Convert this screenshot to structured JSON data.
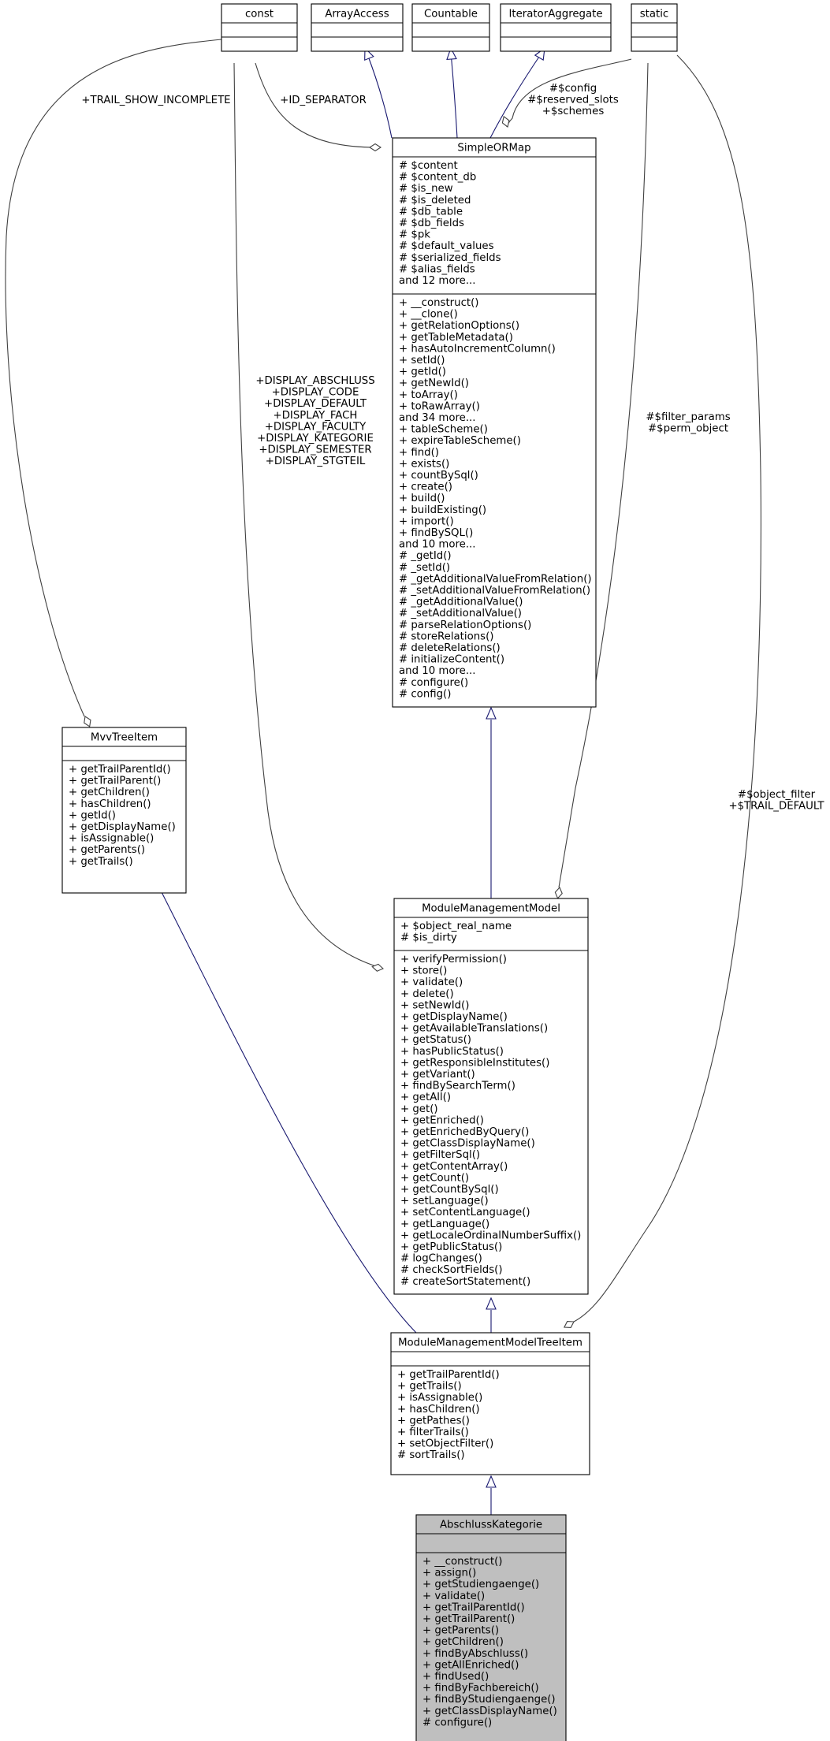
{
  "colors": {
    "inheritance_edge": "#191970",
    "association_edge": "#404040",
    "box_border": "#000000",
    "box_fill": "#ffffff",
    "highlight_fill": "#bfbfbf"
  },
  "classes": [
    {
      "key": "const",
      "name": "const",
      "attributes": [],
      "methods": [],
      "highlighted": false
    },
    {
      "key": "ArrayAccess",
      "name": "ArrayAccess",
      "attributes": [],
      "methods": [],
      "highlighted": false
    },
    {
      "key": "Countable",
      "name": "Countable",
      "attributes": [],
      "methods": [],
      "highlighted": false
    },
    {
      "key": "IteratorAggregate",
      "name": "IteratorAggregate",
      "attributes": [],
      "methods": [],
      "highlighted": false
    },
    {
      "key": "static",
      "name": "static",
      "attributes": [],
      "methods": [],
      "highlighted": false
    },
    {
      "key": "SimpleORMap",
      "name": "SimpleORMap",
      "highlighted": false,
      "attributes": [
        "# $content",
        "# $content_db",
        "# $is_new",
        "# $is_deleted",
        "# $db_table",
        "# $db_fields",
        "# $pk",
        "# $default_values",
        "# $serialized_fields",
        "# $alias_fields",
        "and 12 more..."
      ],
      "methods": [
        "+ __construct()",
        "+ __clone()",
        "+ getRelationOptions()",
        "+ getTableMetadata()",
        "+ hasAutoIncrementColumn()",
        "+ setId()",
        "+ getId()",
        "+ getNewId()",
        "+ toArray()",
        "+ toRawArray()",
        "and 34 more...",
        "+ tableScheme()",
        "+ expireTableScheme()",
        "+ find()",
        "+ exists()",
        "+ countBySql()",
        "+ create()",
        "+ build()",
        "+ buildExisting()",
        "+ import()",
        "+ findBySQL()",
        "and 10 more...",
        "# _getId()",
        "# _setId()",
        "# _getAdditionalValueFromRelation()",
        "# _setAdditionalValueFromRelation()",
        "# _getAdditionalValue()",
        "# _setAdditionalValue()",
        "# parseRelationOptions()",
        "# storeRelations()",
        "# deleteRelations()",
        "# initializeContent()",
        "and 10 more...",
        "# configure()",
        "# config()"
      ]
    },
    {
      "key": "MvvTreeItem",
      "name": "MvvTreeItem",
      "highlighted": false,
      "attributes": [],
      "methods": [
        "+ getTrailParentId()",
        "+ getTrailParent()",
        "+ getChildren()",
        "+ hasChildren()",
        "+ getId()",
        "+ getDisplayName()",
        "+ isAssignable()",
        "+ getParents()",
        "+ getTrails()"
      ]
    },
    {
      "key": "ModuleManagementModel",
      "name": "ModuleManagementModel",
      "highlighted": false,
      "attributes": [
        "+ $object_real_name",
        "# $is_dirty"
      ],
      "methods": [
        "+ verifyPermission()",
        "+ store()",
        "+ validate()",
        "+ delete()",
        "+ setNewId()",
        "+ getDisplayName()",
        "+ getAvailableTranslations()",
        "+ getStatus()",
        "+ hasPublicStatus()",
        "+ getResponsibleInstitutes()",
        "+ getVariant()",
        "+ findBySearchTerm()",
        "+ getAll()",
        "+ get()",
        "+ getEnriched()",
        "+ getEnrichedByQuery()",
        "+ getClassDisplayName()",
        "+ getFilterSql()",
        "+ getContentArray()",
        "+ getCount()",
        "+ getCountBySql()",
        "+ setLanguage()",
        "+ setContentLanguage()",
        "+ getLanguage()",
        "+ getLocaleOrdinalNumberSuffix()",
        "+ getPublicStatus()",
        "# logChanges()",
        "# checkSortFields()",
        "# createSortStatement()"
      ]
    },
    {
      "key": "ModuleManagementModelTreeItem",
      "name": "ModuleManagementModelTreeItem",
      "highlighted": false,
      "attributes": [],
      "methods": [
        "+ getTrailParentId()",
        "+ getTrails()",
        "+ isAssignable()",
        "+ hasChildren()",
        "+ getPathes()",
        "+ filterTrails()",
        "+ setObjectFilter()",
        "# sortTrails()"
      ]
    },
    {
      "key": "AbschlussKategorie",
      "name": "AbschlussKategorie",
      "highlighted": true,
      "attributes": [],
      "methods": [
        "+ __construct()",
        "+ assign()",
        "+ getStudiengaenge()",
        "+ validate()",
        "+ getTrailParentId()",
        "+ getTrailParent()",
        "+ getParents()",
        "+ getChildren()",
        "+ findByAbschluss()",
        "+ getAllEnriched()",
        "+ findUsed()",
        "+ findByFachbereich()",
        "+ findByStudiengaenge()",
        "+ getClassDisplayName()",
        "# configure()"
      ]
    }
  ],
  "edge_labels": {
    "trail_show_incomplete": [
      "+TRAIL_SHOW_INCOMPLETE"
    ],
    "id_separator": [
      "+ID_SEPARATOR"
    ],
    "config_slots": [
      "#$config",
      "#$reserved_slots",
      "+$schemes"
    ],
    "display_consts": [
      "+DISPLAY_ABSCHLUSS",
      "+DISPLAY_CODE",
      "+DISPLAY_DEFAULT",
      "+DISPLAY_FACH",
      "+DISPLAY_FACULTY",
      "+DISPLAY_KATEGORIE",
      "+DISPLAY_SEMESTER",
      "+DISPLAY_STGTEIL"
    ],
    "filter_params": [
      "#$filter_params",
      "#$perm_object"
    ],
    "object_filter": [
      "#$object_filter",
      "+$TRAIL_DEFAULT"
    ]
  }
}
